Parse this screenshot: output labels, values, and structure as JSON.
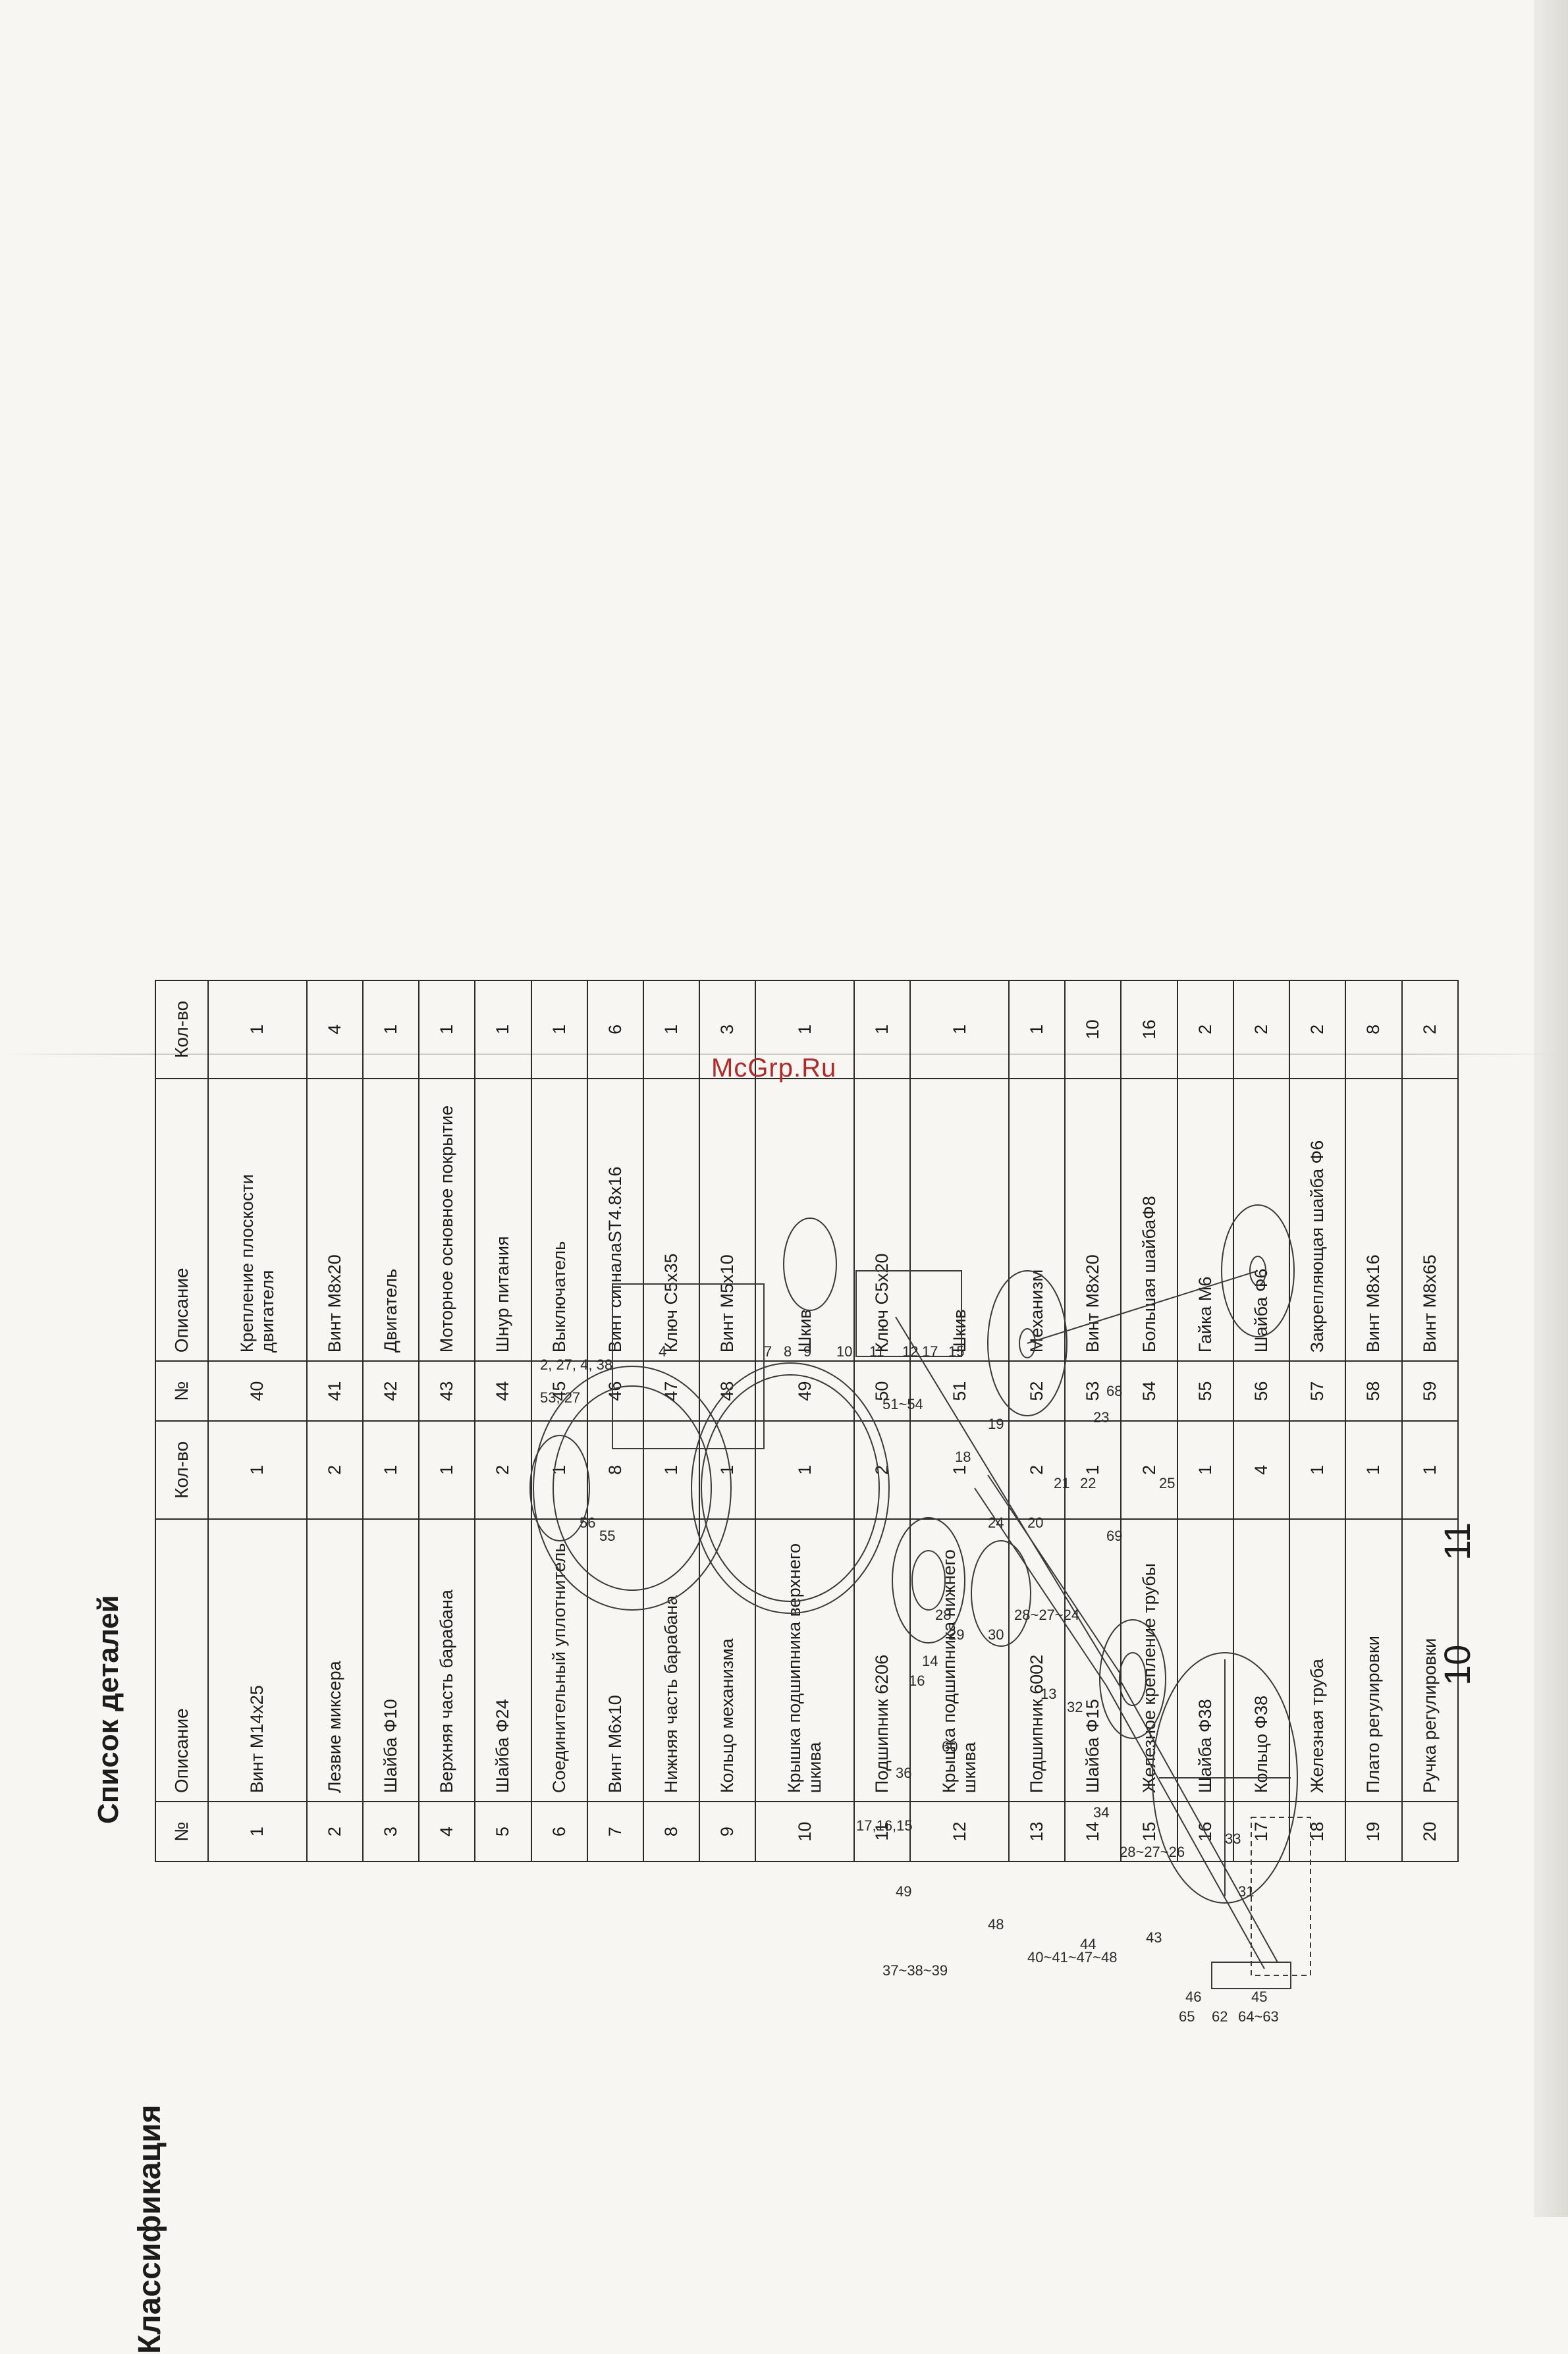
{
  "parts_list": {
    "title": "Список деталей",
    "headers": {
      "num": "№",
      "description": "Описание",
      "qty": "Кол-во"
    },
    "rows": [
      {
        "num": "1",
        "description": "Винт М14х25",
        "qty": "1"
      },
      {
        "num": "2",
        "description": "Лезвие миксера",
        "qty": "2"
      },
      {
        "num": "3",
        "description": "Шайба Ф10",
        "qty": "1"
      },
      {
        "num": "4",
        "description": "Верхняя часть барабана",
        "qty": "1"
      },
      {
        "num": "5",
        "description": "Шайба Ф24",
        "qty": "2"
      },
      {
        "num": "6",
        "description": "Соединительный уплотнитель",
        "qty": "1"
      },
      {
        "num": "7",
        "description": "Винт М6х10",
        "qty": "8"
      },
      {
        "num": "8",
        "description": "Нижняя часть барабана",
        "qty": "1"
      },
      {
        "num": "9",
        "description": "Кольцо механизма",
        "qty": "1"
      },
      {
        "num": "10",
        "description": "Крышка подшипника верхнего шкива",
        "qty": "1"
      },
      {
        "num": "11",
        "description": "Подшипник 6206",
        "qty": "2"
      },
      {
        "num": "12",
        "description": "Крышка подшипника нижнего шкива",
        "qty": "1"
      },
      {
        "num": "13",
        "description": "Подшипник 6002",
        "qty": "2"
      },
      {
        "num": "14",
        "description": "Шайба Ф15",
        "qty": "1"
      },
      {
        "num": "15",
        "description": "Железное крепление трубы",
        "qty": "2"
      },
      {
        "num": "16",
        "description": "Шайба Ф38",
        "qty": "1"
      },
      {
        "num": "17",
        "description": "Кольцо Ф38",
        "qty": "4"
      },
      {
        "num": "18",
        "description": "Железная труба",
        "qty": "1"
      },
      {
        "num": "19",
        "description": "Плато регулировки",
        "qty": "1"
      },
      {
        "num": "20",
        "description": "Ручка регулировки",
        "qty": "1"
      },
      {
        "num": "40",
        "description": "Крепление плоскости двигателя",
        "qty": "1"
      },
      {
        "num": "41",
        "description": "Винт М8х20",
        "qty": "4"
      },
      {
        "num": "42",
        "description": "Двигатель",
        "qty": "1"
      },
      {
        "num": "43",
        "description": "Моторное основное покрытие",
        "qty": "1"
      },
      {
        "num": "44",
        "description": "Шнур питания",
        "qty": "1"
      },
      {
        "num": "45",
        "description": "Выключатель",
        "qty": "1"
      },
      {
        "num": "46",
        "description": "Винт сигналаST4.8х16",
        "qty": "6"
      },
      {
        "num": "47",
        "description": "Ключ С5х35",
        "qty": "1"
      },
      {
        "num": "48",
        "description": "Винт М5х10",
        "qty": "3"
      },
      {
        "num": "49",
        "description": "Шкив",
        "qty": "1"
      },
      {
        "num": "50",
        "description": "Ключ С5х20",
        "qty": "1"
      },
      {
        "num": "51",
        "description": "Шкив",
        "qty": "1"
      },
      {
        "num": "52",
        "description": "Механизм",
        "qty": "1"
      },
      {
        "num": "53",
        "description": "Винт М8х20",
        "qty": "10"
      },
      {
        "num": "54",
        "description": "Большая шайбаФ8",
        "qty": "16"
      },
      {
        "num": "55",
        "description": "Гайка М6",
        "qty": "2"
      },
      {
        "num": "56",
        "description": "Шайба Ф6",
        "qty": "2"
      },
      {
        "num": "57",
        "description": "Закрепляющая шайба Ф6",
        "qty": "2"
      },
      {
        "num": "58",
        "description": "Винт М8х16",
        "qty": "8"
      },
      {
        "num": "59",
        "description": "Винт М8х65",
        "qty": "2"
      }
    ]
  },
  "classification": {
    "title": "Классификация"
  },
  "watermark": "McGrp.Ru",
  "page_numbers": {
    "left": "10",
    "right": "11"
  },
  "diagram_labels": {
    "l1": "2, 27, 4, 38",
    "l2": "53, 27",
    "l3": "4",
    "l4": "7",
    "l5": "8",
    "l6": "9",
    "l7": "10",
    "l8": "11",
    "l9": "51~54",
    "l10": "12",
    "l11": "17",
    "l12": "15",
    "l13": "18",
    "l14": "19",
    "l15": "24",
    "l16": "20",
    "l17": "21",
    "l18": "22",
    "l19": "23",
    "l20": "68",
    "l21": "69",
    "l22": "25",
    "l23": "28",
    "l24": "29",
    "l25": "30",
    "l26": "28~27~24",
    "l27": "13",
    "l28": "32",
    "l29": "31",
    "l30": "34",
    "l31": "33",
    "l32": "28~27~26",
    "l33": "36",
    "l34": "37~38~39",
    "l35": "49",
    "l36": "48",
    "l37": "40~41~47~48",
    "l38": "45",
    "l39": "44",
    "l40": "43",
    "l41": "46",
    "l42": "64~63",
    "l43": "62",
    "l44": "65",
    "l45": "14",
    "l46": "16",
    "l47": "60",
    "l48": "17,16,15",
    "l49": "56",
    "l50": "55"
  }
}
